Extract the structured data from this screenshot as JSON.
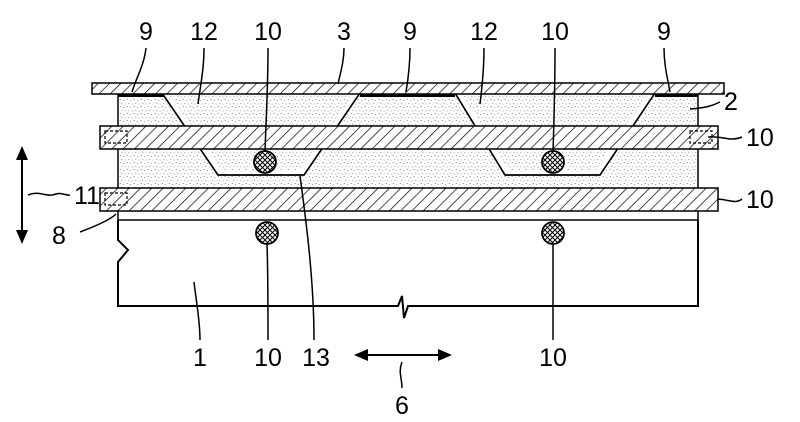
{
  "figure": {
    "labels": {
      "top_9_left": "9",
      "top_12_left": "12",
      "top_10_left": "10",
      "top_3": "3",
      "top_9_mid": "9",
      "top_12_right": "12",
      "top_10_right": "10",
      "top_9_right": "9",
      "right_2": "2",
      "right_10_upper": "10",
      "right_10_lower": "10",
      "left_11": "11",
      "left_8": "8",
      "bottom_1": "1",
      "bottom_10_left": "10",
      "bottom_13": "13",
      "bottom_10_right": "10",
      "bottom_6": "6"
    }
  }
}
